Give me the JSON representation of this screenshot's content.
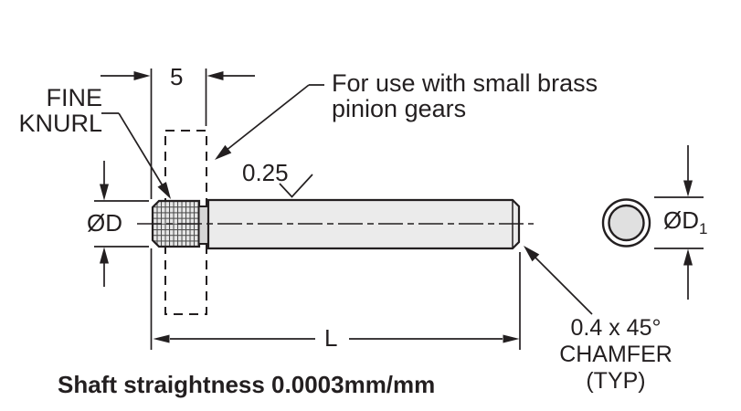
{
  "drawing": {
    "dimensions": {
      "knurl_length": "5",
      "overall_length": "L",
      "knurl_diameter": "ØD",
      "shaft_diameter": {
        "prefix": "ØD",
        "subscript": "1"
      },
      "edge_radius": "0.25"
    },
    "callouts": {
      "fine_knurl": {
        "line1": "FINE",
        "line2": "KNURL"
      },
      "usage": {
        "line1": "For use with small brass",
        "line2": "pinion gears"
      },
      "chamfer": {
        "line1": "0.4 x 45°",
        "line2": "CHAMFER",
        "line3": "(TYP)"
      }
    },
    "notes": {
      "straightness": "Shaft straightness 0.0003mm/mm"
    },
    "colors": {
      "line": "#231f20",
      "shaft_fill": "#ebebeb",
      "knurl_fill": "#e6e6e6",
      "neck_fill": "#d6d6d6",
      "end_view_ring_fill": "#ffffff",
      "end_view_face_fill": "#e0e0e0",
      "background": "#ffffff"
    }
  }
}
